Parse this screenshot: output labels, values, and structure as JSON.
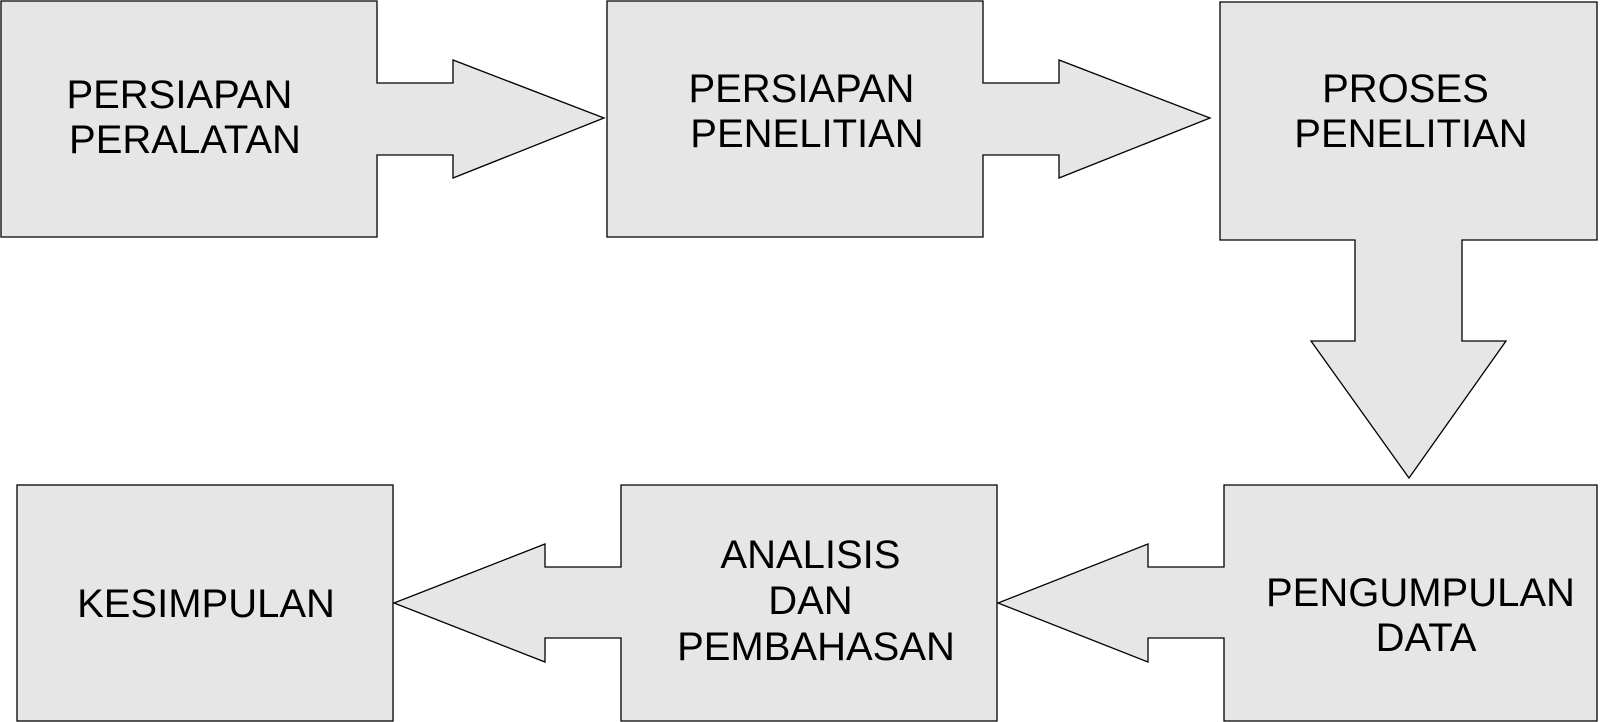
{
  "diagram": {
    "colors": {
      "box_fill": "#e6e6e6",
      "stroke": "#000000",
      "text": "#000000",
      "background": "#ffffff"
    },
    "steps": [
      {
        "lines": [
          "PERSIAPAN",
          "PERALATAN"
        ]
      },
      {
        "lines": [
          "PERSIAPAN",
          "PENELITIAN"
        ]
      },
      {
        "lines": [
          "PROSES",
          "PENELITIAN"
        ]
      },
      {
        "lines": [
          "PENGUMPULAN",
          "DATA"
        ]
      },
      {
        "lines": [
          "ANALISIS",
          "DAN",
          "PEMBAHASAN"
        ]
      },
      {
        "lines": [
          "KESIMPULAN"
        ]
      }
    ]
  }
}
